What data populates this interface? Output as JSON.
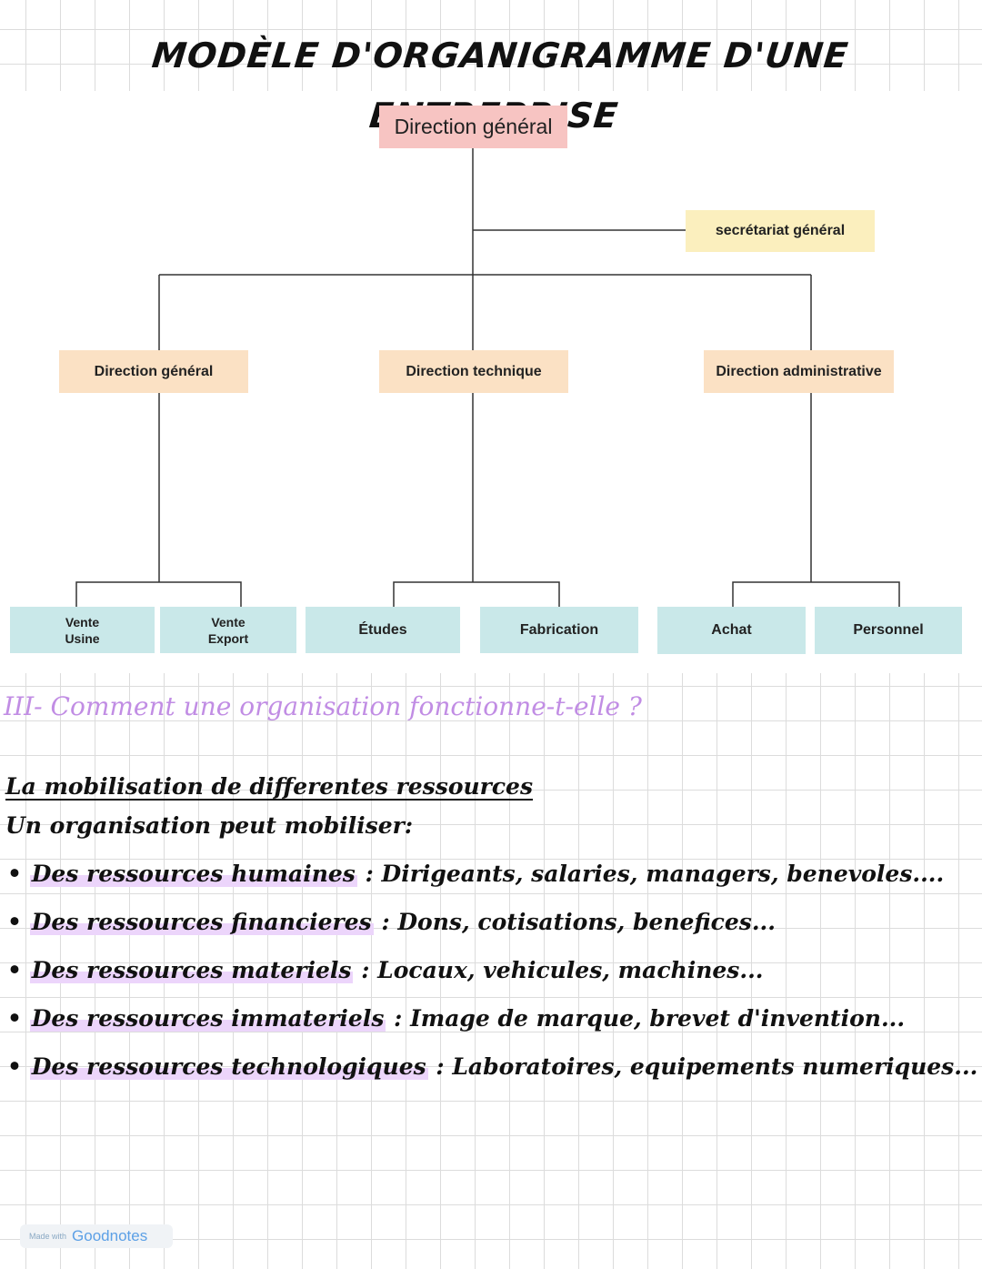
{
  "title": "MODÈLE D'ORGANIGRAMME D'UNE ENTREPRISE",
  "org_chart": {
    "top": "Direction général",
    "secretariat": "secrétariat général",
    "level2": [
      "Direction général",
      "Direction technique",
      "Direction administrative"
    ],
    "level3": [
      [
        "Vente",
        "Usine"
      ],
      [
        "Vente",
        "Export"
      ],
      [
        "Études"
      ],
      [
        "Fabrication"
      ],
      [
        "Achat"
      ],
      [
        "Personnel"
      ]
    ]
  },
  "section": {
    "heading": "III- Comment une organisation fonctionne-t-elle ?",
    "subheading": "La mobilisation de differentes ressources",
    "intro": "Un organisation peut mobiliser:",
    "items": [
      {
        "term": "Des ressources humaines",
        "detail": ": Dirigeants, salaries, managers, benevoles...."
      },
      {
        "term": "Des ressources financieres",
        "detail": ": Dons, cotisations, benefices..."
      },
      {
        "term": "Des ressources materiels",
        "detail": ": Locaux, vehicules, machines..."
      },
      {
        "term": "Des ressources immateriels",
        "detail": ": Image de marque, brevet d'invention..."
      },
      {
        "term": "Des ressources technologiques",
        "detail": ": Laboratoires, equipements numeriques..."
      }
    ]
  },
  "footer": {
    "made_with": "Made with",
    "brand": "Goodnotes"
  }
}
